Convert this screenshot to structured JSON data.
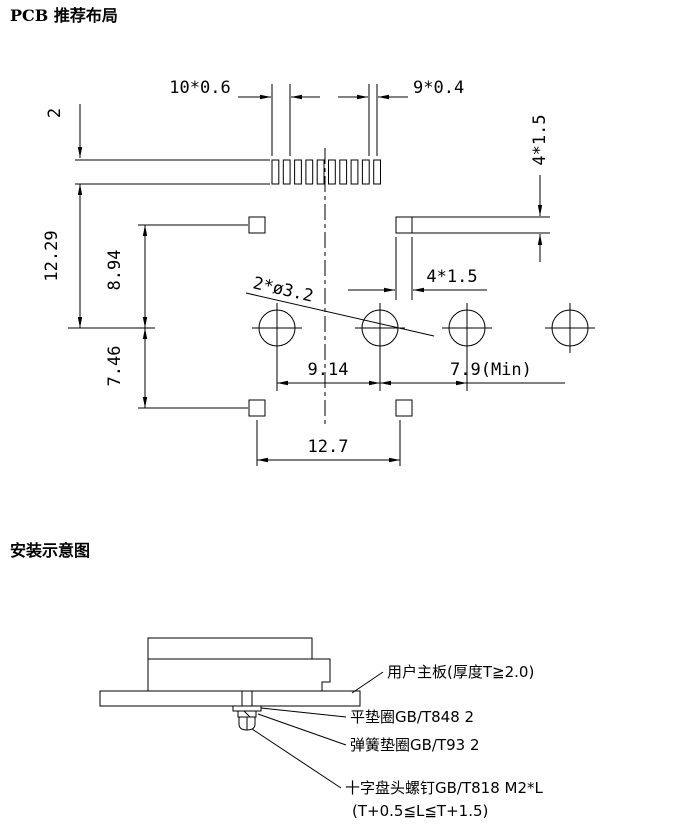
{
  "titles": {
    "pcb_layout": "PCB 推荐布局",
    "installation": "安装示意图"
  },
  "pcb": {
    "dim_pad_pitch": "10*0.6",
    "dim_pad_gap": "9*0.4",
    "dim_edge": "2",
    "dim_right_rows": "4*1.5",
    "dim_left_total": "12.29",
    "dim_upper_offset": "8.94",
    "dim_lower_offset": "7.46",
    "label_holes": "2*ø3.2",
    "dim_mid_pitch": "4*1.5",
    "dim_hole_span": "9.14",
    "dim_clearance": "7.9(Min)",
    "dim_square_span": "12.7"
  },
  "install": {
    "label_board": "用户主板(厚度T≧2.0)",
    "label_flat_washer": "平垫圈GB/T848 2",
    "label_spring_washer": "弹簧垫圈GB/T93 2",
    "label_screw": "十字盘头螺钉GB/T818 M2*L",
    "label_screw_note": "(T+0.5≦L≦T+1.5)"
  }
}
